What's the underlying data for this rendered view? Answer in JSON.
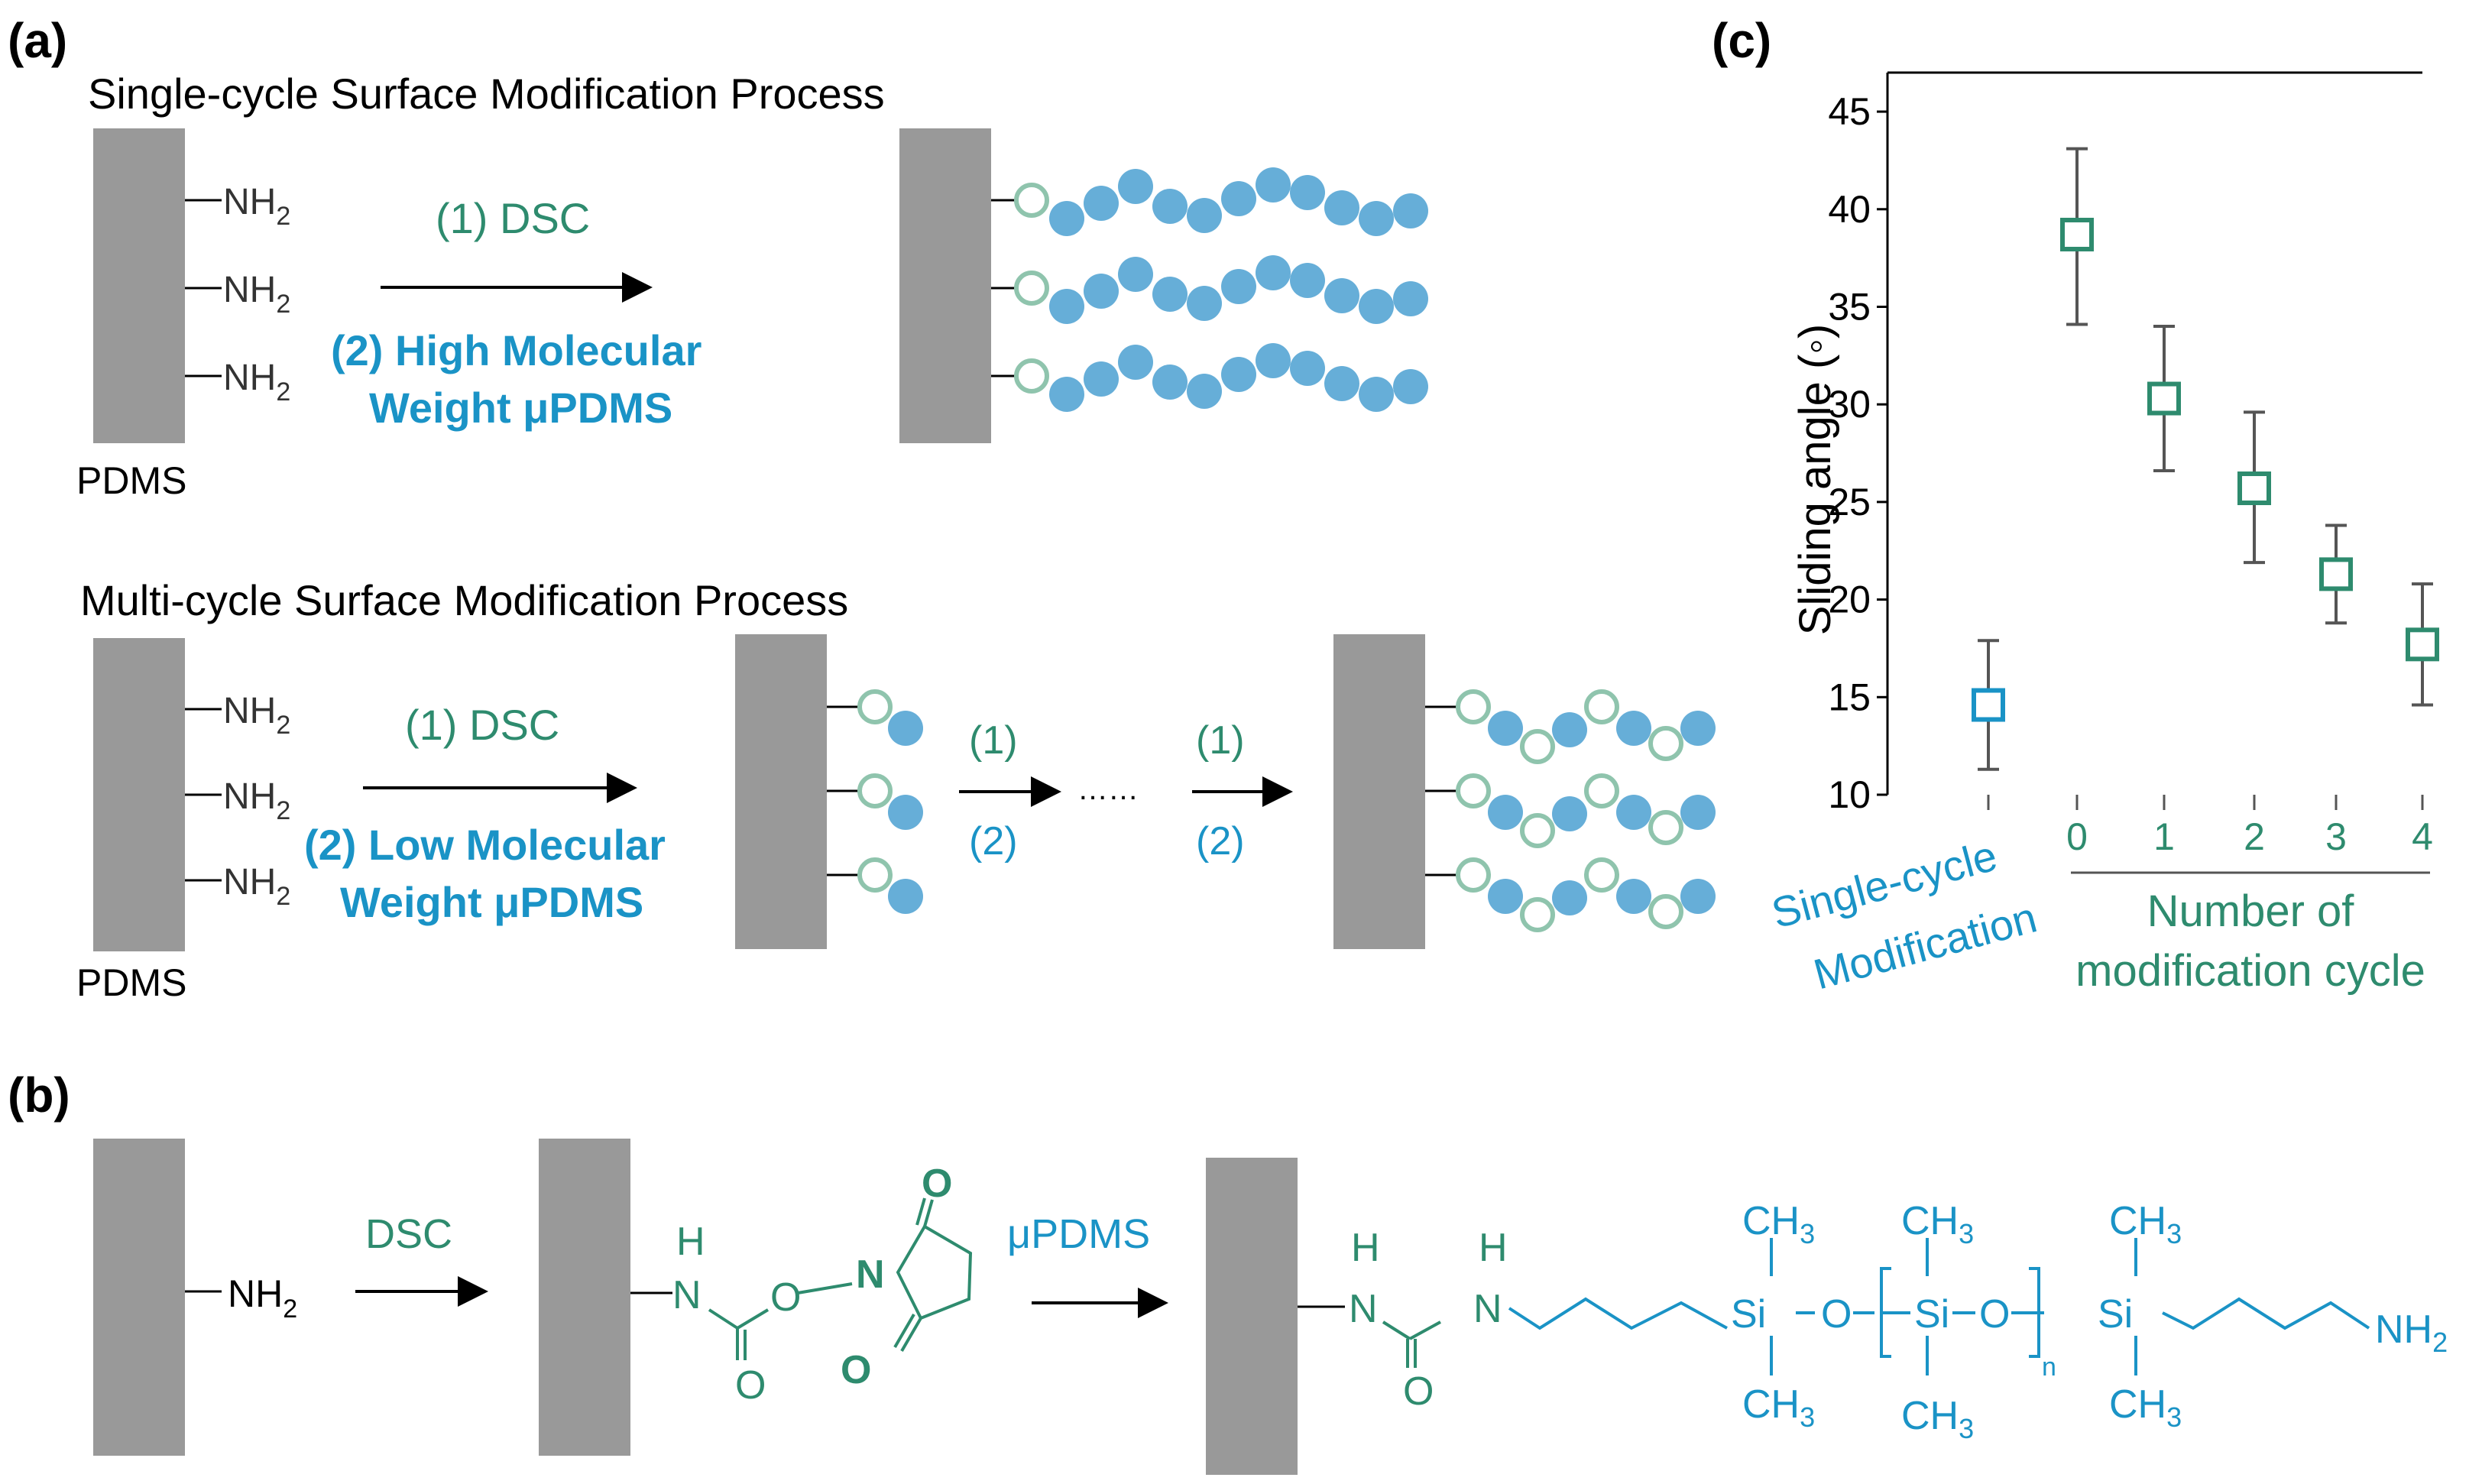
{
  "colors": {
    "plate": "#999999",
    "green": "#2e8b6e",
    "blue": "#1a93c6",
    "bead": "#66aed8",
    "ring": "#8fc4ad",
    "black": "#000000",
    "errorbar": "#555555"
  },
  "icons": {
    "open_bead": "hollow-circle",
    "filled_bead": "filled-circle",
    "arrow": "right-arrow"
  },
  "panel_a": {
    "label": "(a)",
    "single": {
      "title": "Single-cycle Surface Modification Process",
      "amine": "NH",
      "amine_sub": "2",
      "substrate": "PDMS",
      "step1": "(1) DSC",
      "step2_line1": "(2) High Molecular",
      "step2_line2": "Weight μPDMS"
    },
    "multi": {
      "title": "Multi-cycle Surface Modification Process",
      "amine": "NH",
      "amine_sub": "2",
      "substrate": "PDMS",
      "step1": "(1) DSC",
      "step2_line1": "(2) Low Molecular",
      "step2_line2": "Weight μPDMS",
      "repeat_top": "(1)",
      "repeat_bottom": "(2)",
      "ellipsis": "……"
    }
  },
  "panel_b": {
    "label": "(b)",
    "amine": "NH",
    "amine_sub": "2",
    "reagent1": "DSC",
    "reagent2": "μPDMS",
    "atoms": {
      "H": "H",
      "N": "N",
      "C": "C",
      "O": "O",
      "Si": "Si",
      "CH": "CH",
      "sub3": "3",
      "n": "n",
      "NH": "NH",
      "sub2": "2"
    }
  },
  "panel_c": {
    "label": "(c)",
    "cat_single_line1": "Single-cycle",
    "cat_single_line2": "Modification",
    "xlabel_line1": "Number of",
    "xlabel_line2": "modification cycle"
  },
  "chart_data": {
    "type": "scatter",
    "ylabel": "Sliding angle (◦)",
    "ylim": [
      10,
      47
    ],
    "yticks": [
      10,
      15,
      20,
      25,
      30,
      35,
      40,
      45
    ],
    "categories": [
      "Single-cycle Modification",
      "0",
      "1",
      "2",
      "3",
      "4"
    ],
    "tick_labels": [
      "",
      "0",
      "1",
      "2",
      "3",
      "4"
    ],
    "series": [
      {
        "name": "Single-cycle Modification",
        "x": [
          "Single-cycle Modification"
        ],
        "y": [
          14.6
        ],
        "yerr_low": [
          11.3
        ],
        "yerr_high": [
          17.9
        ],
        "color": "#1a93c6"
      },
      {
        "name": "Number of modification cycle",
        "x": [
          "0",
          "1",
          "2",
          "3",
          "4"
        ],
        "y": [
          38.7,
          30.3,
          25.7,
          21.3,
          17.7
        ],
        "yerr_low": [
          34.1,
          26.6,
          21.9,
          18.8,
          14.6
        ],
        "yerr_high": [
          43.1,
          34.0,
          29.6,
          23.8,
          20.8
        ],
        "color": "#2e8b6e"
      }
    ],
    "grid": false,
    "legend": "none"
  }
}
